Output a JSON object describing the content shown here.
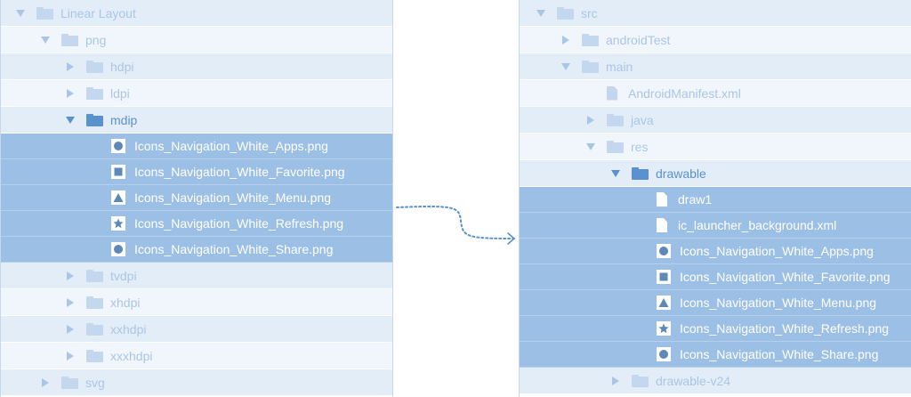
{
  "left_tree": [
    {
      "label": "Linear Layout",
      "depth": 0,
      "type": "folder",
      "state": "expanded",
      "active": false,
      "selected": false
    },
    {
      "label": "png",
      "depth": 1,
      "type": "folder",
      "state": "expanded",
      "active": false,
      "selected": false
    },
    {
      "label": "hdpi",
      "depth": 2,
      "type": "folder",
      "state": "collapsed",
      "active": false,
      "selected": false
    },
    {
      "label": "ldpi",
      "depth": 2,
      "type": "folder",
      "state": "collapsed",
      "active": false,
      "selected": false
    },
    {
      "label": "mdip",
      "depth": 2,
      "type": "folder",
      "state": "expanded",
      "active": true,
      "selected": false
    },
    {
      "label": "Icons_Navigation_White_Apps.png",
      "depth": 3,
      "type": "image",
      "icon": "circle-icon",
      "selected": true
    },
    {
      "label": "Icons_Navigation_White_Favorite.png",
      "depth": 3,
      "type": "image",
      "icon": "square-icon",
      "selected": true
    },
    {
      "label": "Icons_Navigation_White_Menu.png",
      "depth": 3,
      "type": "image",
      "icon": "triangle-icon",
      "selected": true
    },
    {
      "label": "Icons_Navigation_White_Refresh.png",
      "depth": 3,
      "type": "image",
      "icon": "star-icon",
      "selected": true
    },
    {
      "label": "Icons_Navigation_White_Share.png",
      "depth": 3,
      "type": "image",
      "icon": "circle-icon",
      "selected": true
    },
    {
      "label": "tvdpi",
      "depth": 2,
      "type": "folder",
      "state": "collapsed",
      "active": false,
      "selected": false
    },
    {
      "label": "xhdpi",
      "depth": 2,
      "type": "folder",
      "state": "collapsed",
      "active": false,
      "selected": false
    },
    {
      "label": "xxhdpi",
      "depth": 2,
      "type": "folder",
      "state": "collapsed",
      "active": false,
      "selected": false
    },
    {
      "label": "xxxhdpi",
      "depth": 2,
      "type": "folder",
      "state": "collapsed",
      "active": false,
      "selected": false
    },
    {
      "label": "svg",
      "depth": 1,
      "type": "folder",
      "state": "collapsed",
      "active": false,
      "selected": false
    }
  ],
  "right_tree": [
    {
      "label": "src",
      "depth": 0,
      "type": "folder",
      "state": "expanded",
      "active": false,
      "selected": false
    },
    {
      "label": "androidTest",
      "depth": 1,
      "type": "folder",
      "state": "collapsed",
      "active": false,
      "selected": false
    },
    {
      "label": "main",
      "depth": 1,
      "type": "folder",
      "state": "expanded",
      "active": false,
      "selected": false
    },
    {
      "label": "AndroidManifest.xml",
      "depth": 2,
      "type": "file",
      "selected": false
    },
    {
      "label": "java",
      "depth": 2,
      "type": "folder",
      "state": "collapsed",
      "active": false,
      "selected": false
    },
    {
      "label": "res",
      "depth": 2,
      "type": "folder",
      "state": "expanded",
      "active": false,
      "selected": false
    },
    {
      "label": "drawable",
      "depth": 3,
      "type": "folder",
      "state": "expanded",
      "active": true,
      "selected": false
    },
    {
      "label": "draw1",
      "depth": 4,
      "type": "file",
      "selected": true
    },
    {
      "label": "ic_launcher_background.xml",
      "depth": 4,
      "type": "file",
      "selected": true
    },
    {
      "label": "Icons_Navigation_White_Apps.png",
      "depth": 4,
      "type": "image",
      "icon": "circle-icon",
      "selected": true
    },
    {
      "label": "Icons_Navigation_White_Favorite.png",
      "depth": 4,
      "type": "image",
      "icon": "square-icon",
      "selected": true
    },
    {
      "label": "Icons_Navigation_White_Menu.png",
      "depth": 4,
      "type": "image",
      "icon": "triangle-icon",
      "selected": true
    },
    {
      "label": "Icons_Navigation_White_Refresh.png",
      "depth": 4,
      "type": "image",
      "icon": "star-icon",
      "selected": true
    },
    {
      "label": "Icons_Navigation_White_Share.png",
      "depth": 4,
      "type": "image",
      "icon": "circle-icon",
      "selected": true
    },
    {
      "label": "drawable-v24",
      "depth": 3,
      "type": "folder",
      "state": "collapsed",
      "active": false,
      "selected": false
    }
  ],
  "colors": {
    "selected_row": "#9cbfe5",
    "row_light": "#f1f6fc",
    "row_dark": "#e3edf8",
    "muted_text": "#aac6e6",
    "active_blue": "#5a91cf",
    "arrow": "#5a91cf"
  }
}
